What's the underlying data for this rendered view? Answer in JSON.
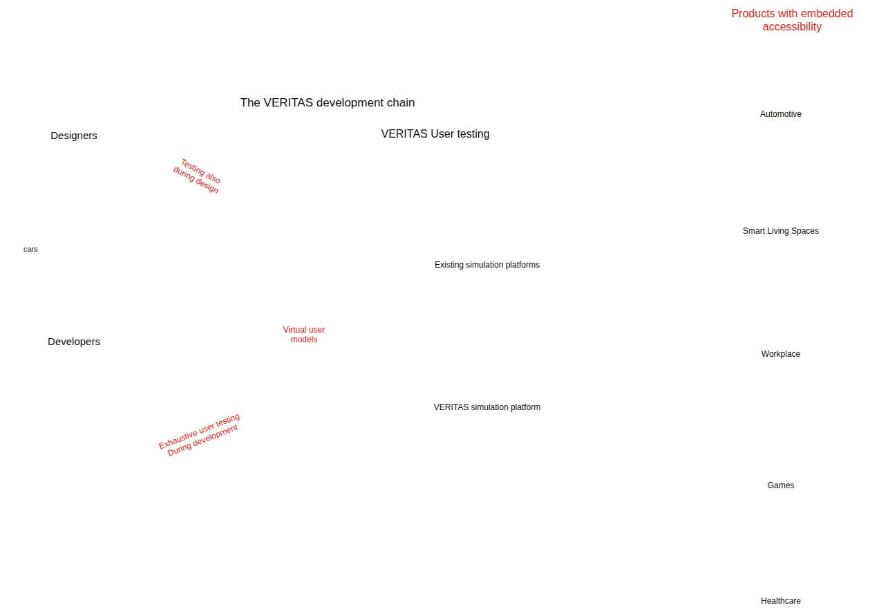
{
  "diagram": {
    "nodes": [
      {
        "text": [
          "The VERITAS development chain"
        ]
      },
      {
        "text": [
          "Designers",
          "cars"
        ],
        "in": 0
      },
      {
        "text": [
          "Developers"
        ],
        "in": 0
      },
      {
        "text": [
          "VERITAS User testing"
        ],
        "in": 0
      },
      {
        "text": [
          "Virtual user models"
        ],
        "in": 3
      },
      {
        "text": [
          "Existing simulation platforms",
          "VERITAS simulation platform"
        ],
        "in": 3
      },
      {
        "text": [
          "Products with embedded accessibility",
          "Automotive",
          "Smart Living Spaces",
          "Workplace",
          "Games",
          "Healthcare"
        ]
      }
    ],
    "edges": [
      {
        "from": 1,
        "to": 3,
        "arrow": "both",
        "label": "Testing also during design"
      },
      {
        "from": 1,
        "to": 2,
        "arrow": "both"
      },
      {
        "from": 2,
        "to": 3,
        "arrow": "both",
        "label": "Exhaustive user testing During development"
      },
      {
        "from": 4,
        "to": 5,
        "arrow": "to"
      },
      {
        "from": 3,
        "to": 6,
        "arrow": "to"
      }
    ]
  }
}
